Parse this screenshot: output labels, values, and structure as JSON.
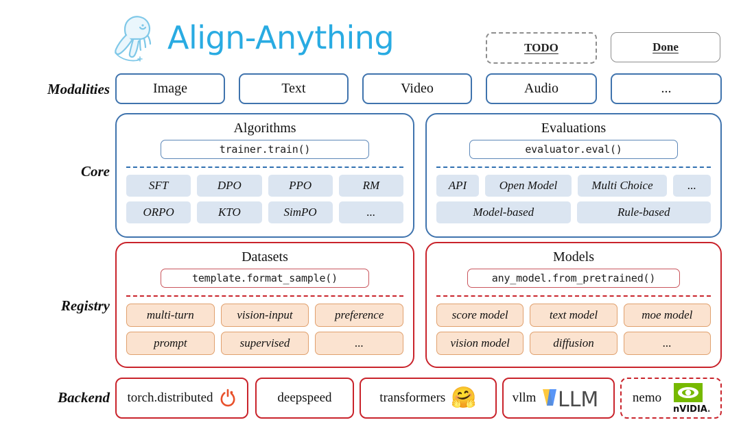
{
  "header": {
    "brand_title": "Align-Anything",
    "logo_icon": "jellyfish-hand-logo",
    "legend": [
      {
        "label": "TODO",
        "style": "dashed"
      },
      {
        "label": "Done",
        "style": "solid"
      }
    ]
  },
  "rows": {
    "modalities_label": "Modalities",
    "core_label": "Core",
    "registry_label": "Registry",
    "backend_label": "Backend"
  },
  "modalities": [
    {
      "label": "Image"
    },
    {
      "label": "Text"
    },
    {
      "label": "Video"
    },
    {
      "label": "Audio"
    },
    {
      "label": "..."
    }
  ],
  "core": {
    "algorithms": {
      "title": "Algorithms",
      "code": "trainer.train()",
      "chips_row1": [
        "SFT",
        "DPO",
        "PPO",
        "RM"
      ],
      "chips_row2": [
        "ORPO",
        "KTO",
        "SimPO",
        "..."
      ]
    },
    "evaluations": {
      "title": "Evaluations",
      "code": "evaluator.eval()",
      "chips_row1": [
        "API",
        "Open Model",
        "Multi Choice",
        "..."
      ],
      "chips_row2": [
        "Model-based",
        "Rule-based"
      ]
    }
  },
  "registry": {
    "datasets": {
      "title": "Datasets",
      "code": "template.format_sample()",
      "chips_row1": [
        "multi-turn",
        "vision-input",
        "preference"
      ],
      "chips_row2": [
        "prompt",
        "supervised",
        "..."
      ]
    },
    "models": {
      "title": "Models",
      "code": "any_model.from_pretrained()",
      "chips_row1": [
        "score model",
        "text model",
        "moe model"
      ],
      "chips_row2": [
        "vision model",
        "diffusion",
        "..."
      ]
    }
  },
  "backend": [
    {
      "label": "torch.distributed",
      "icon": "pytorch-flame-icon",
      "style": "solid"
    },
    {
      "label": "deepspeed",
      "icon": "",
      "style": "solid"
    },
    {
      "label": "transformers",
      "icon": "hugging-face-icon",
      "style": "solid"
    },
    {
      "label": "vllm",
      "icon": "vllm-logo-icon",
      "style": "solid"
    },
    {
      "label": "nemo",
      "icon": "nvidia-logo-icon",
      "style": "dashed"
    }
  ],
  "colors": {
    "brand": "#29abe2",
    "blue_border": "#3f73ad",
    "red_border": "#c9232b",
    "chip_blue": "#dbe5f1",
    "chip_peach": "#fbe3d0",
    "legend_gray": "#8d8d8d"
  }
}
